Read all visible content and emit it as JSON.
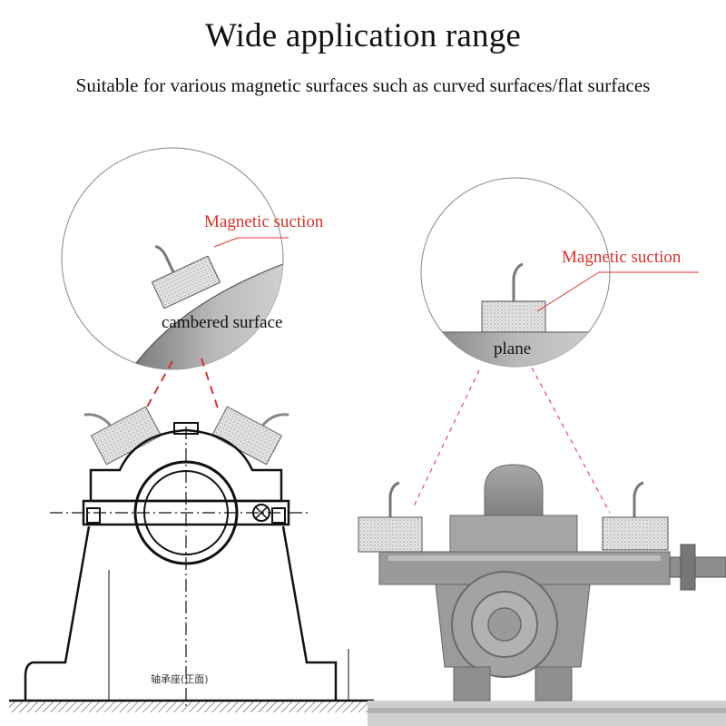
{
  "header": {
    "title": "Wide application range",
    "subtitle": "Suitable for various magnetic surfaces such as curved surfaces/flat surfaces"
  },
  "left_panel": {
    "callout": "Magnetic suction",
    "surface_label": "cambered surface",
    "drawing_caption": "轴承座(正面)"
  },
  "right_panel": {
    "callout": "Magnetic suction",
    "surface_label": "plane"
  },
  "colors": {
    "callout_red": "#d8312b",
    "surface_gray": "#9a9a9a",
    "machine_gray": "#8c8c8c"
  }
}
